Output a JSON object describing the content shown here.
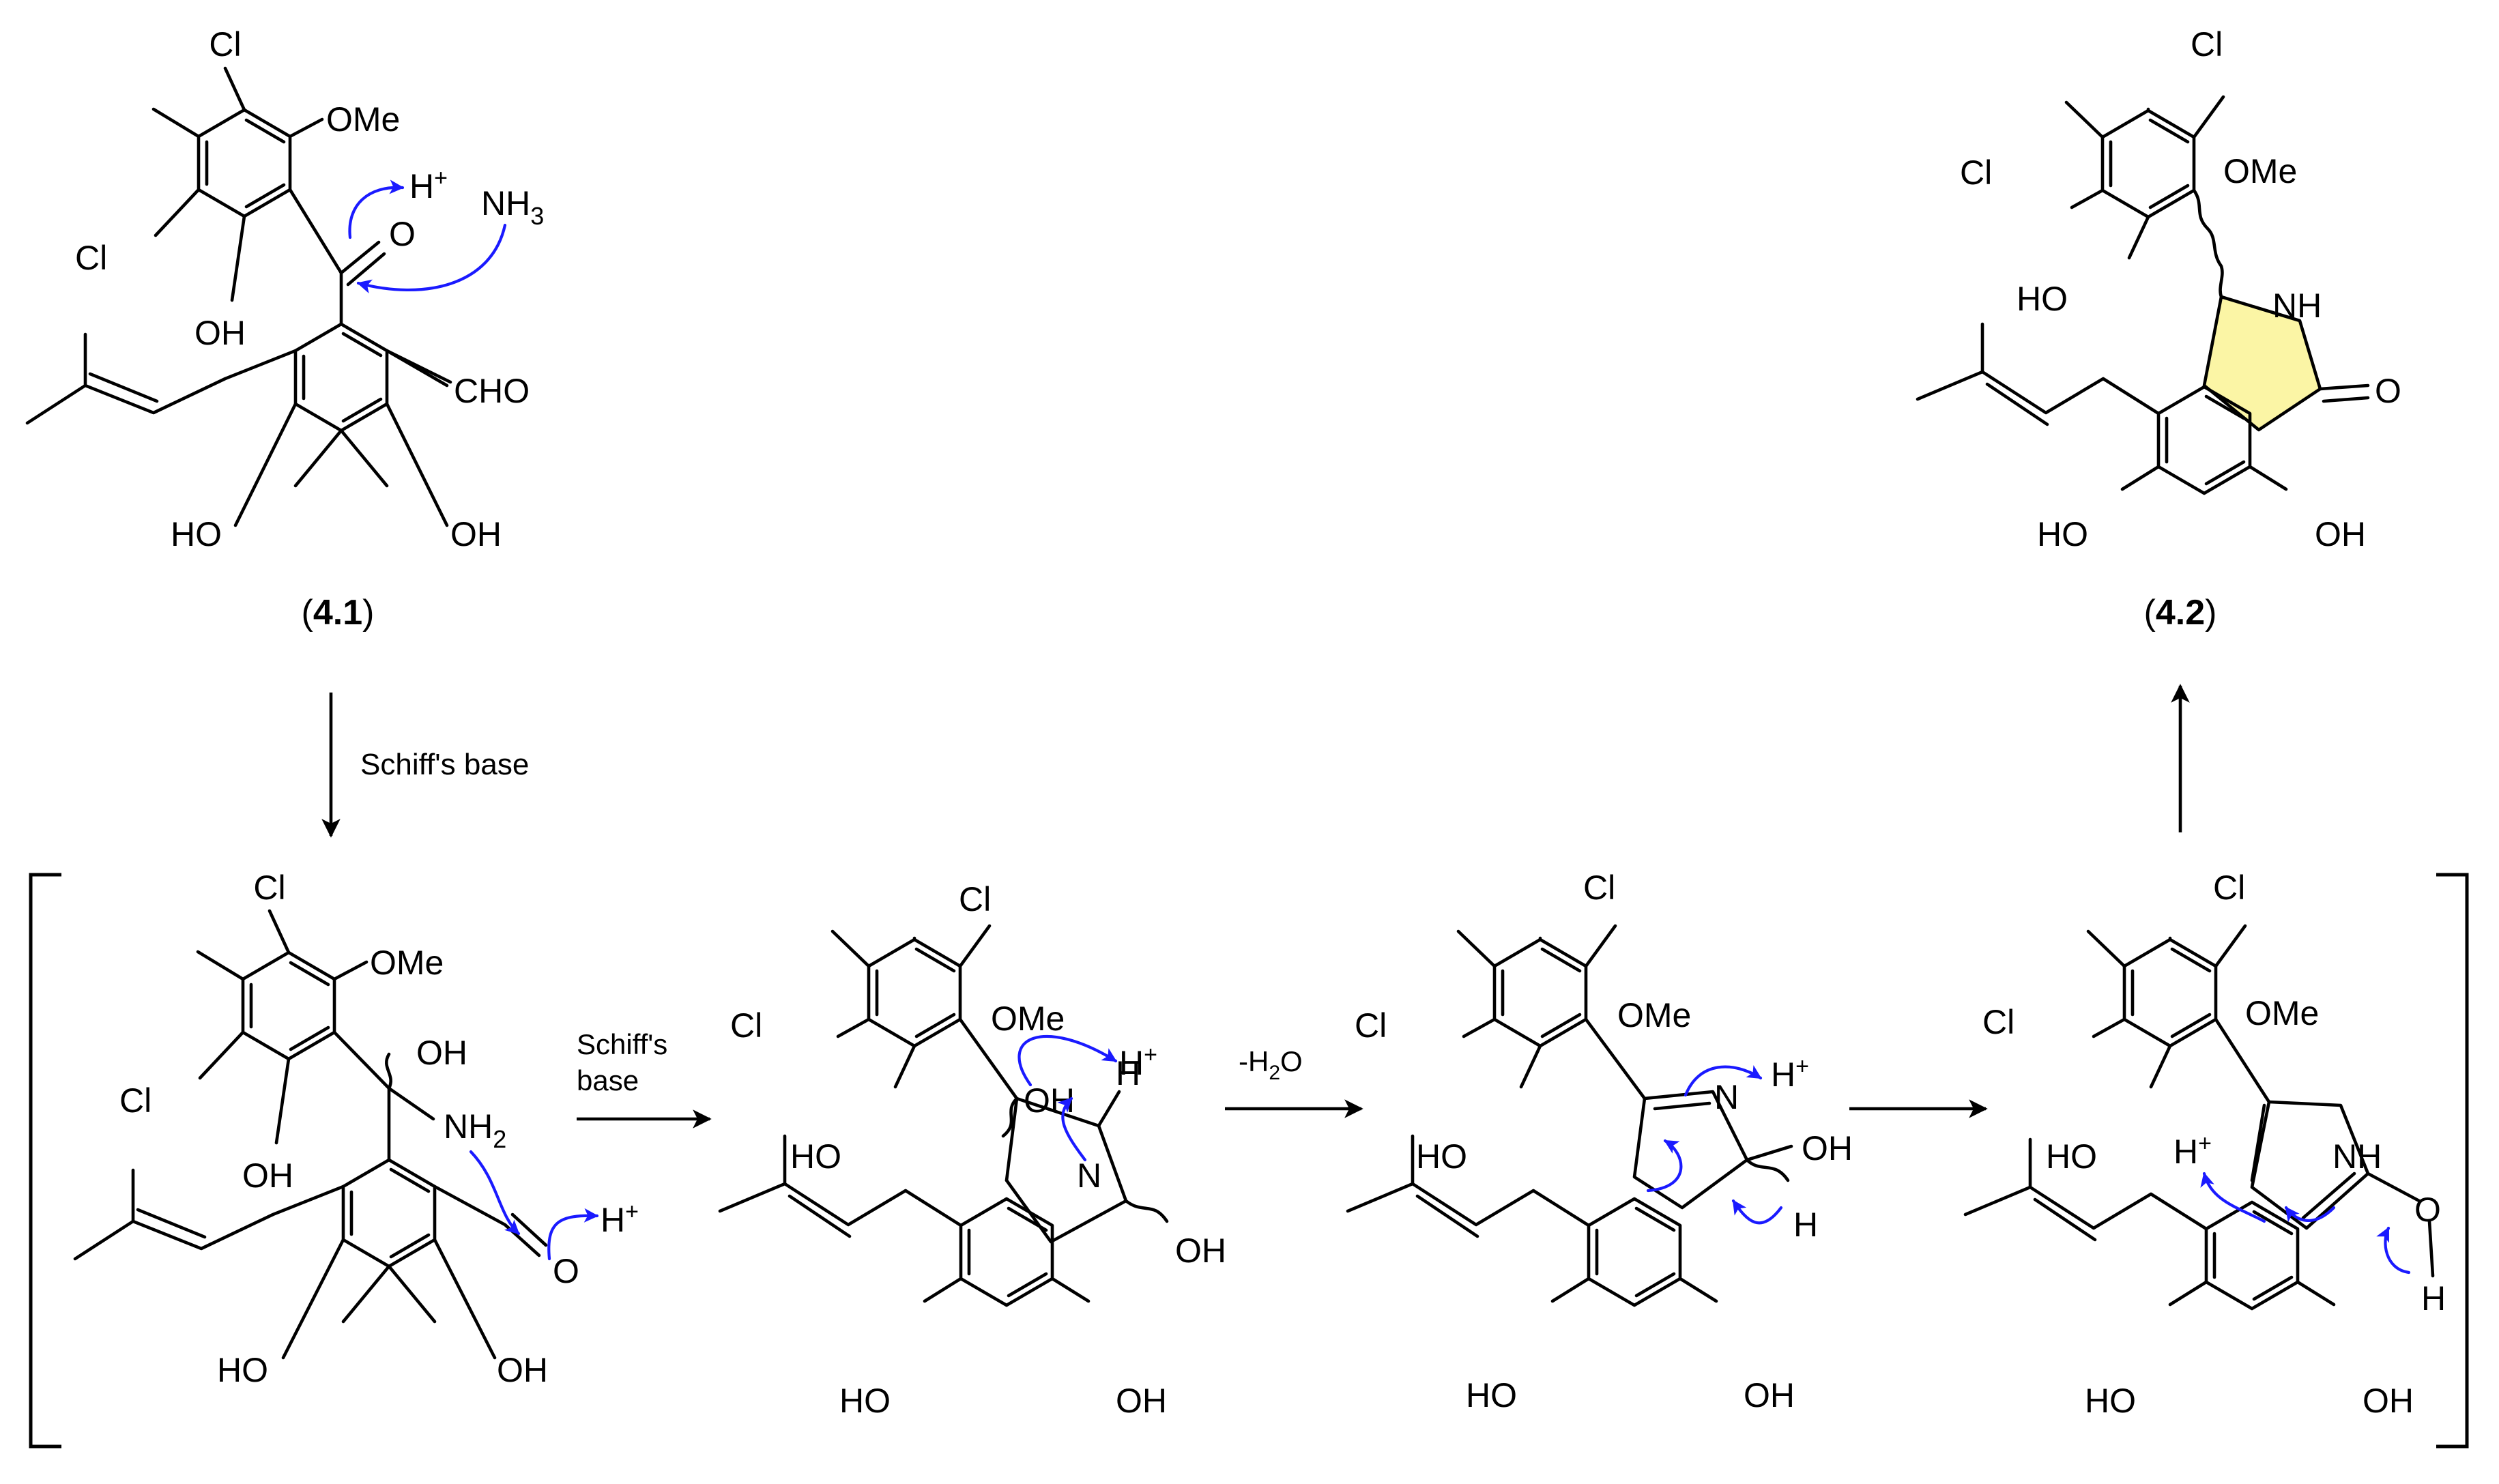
{
  "compounds": {
    "c41": {
      "number": "4.1",
      "o_open": "(",
      "o_close": ")"
    },
    "c42": {
      "number": "4.2",
      "o_open": "(",
      "o_close": ")"
    }
  },
  "atoms": {
    "cl": "Cl",
    "ome": "OMe",
    "oh": "OH",
    "ho": "HO",
    "o": "O",
    "n": "N",
    "nh": "NH",
    "h": "H",
    "cho": "CHO",
    "hplus": "H",
    "plus": "+",
    "nh3": "NH",
    "nh3_sub": "3",
    "nh2": "NH",
    "nh2_sub": "2"
  },
  "reactions": {
    "step1": "Schiff's base",
    "step2_line1": "Schiff's",
    "step2_line2": "base",
    "step3_a": "-H",
    "step3_sub": "2",
    "step3_b": "O"
  },
  "colors": {
    "mechanism_arrows": "#1a1aff",
    "lactam_ring_highlight": "#fbf5a5"
  }
}
